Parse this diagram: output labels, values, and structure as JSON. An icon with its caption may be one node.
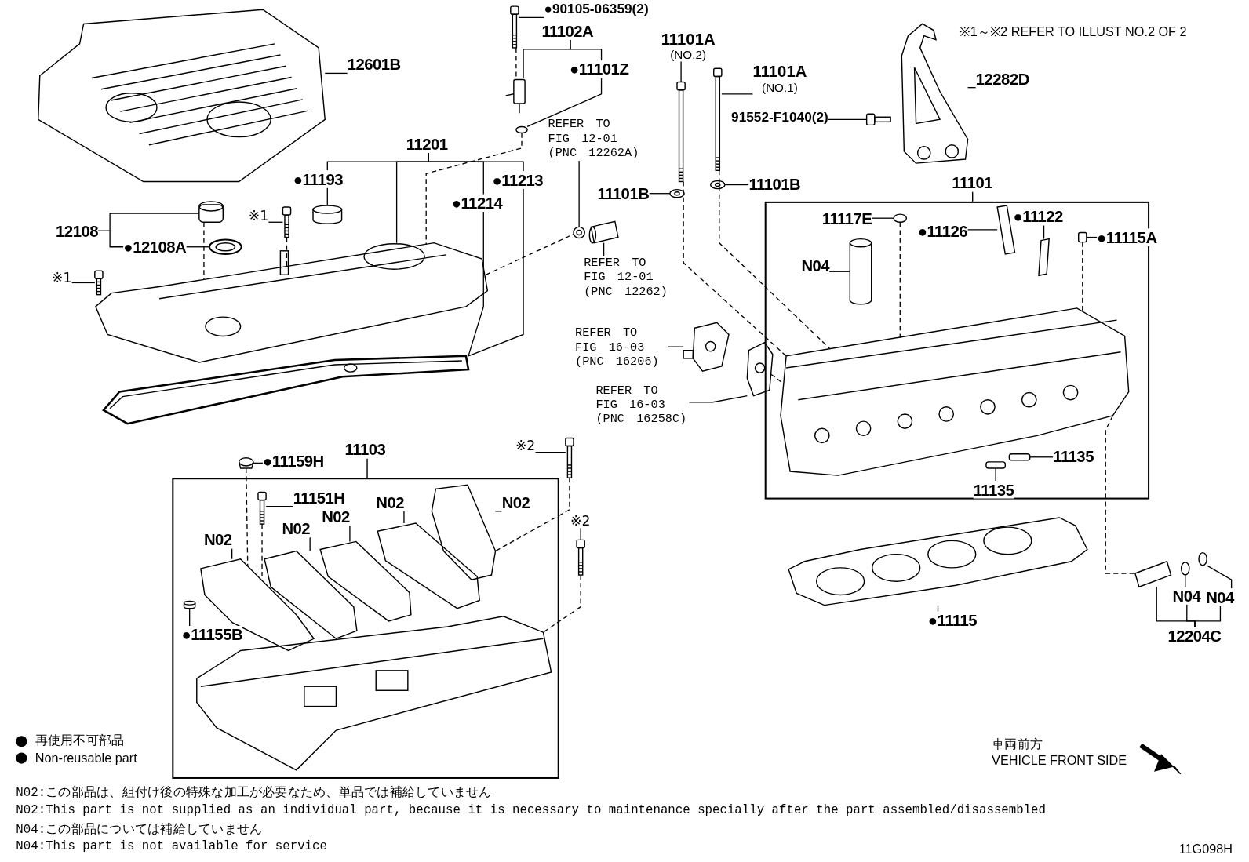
{
  "diagram": {
    "nodes": [
      {
        "text": [
          "11101"
        ]
      },
      {
        "text": [
          "11103"
        ]
      },
      {
        "text": [
          "12601B"
        ]
      },
      {
        "text": [
          "●90105-06359(2)"
        ]
      },
      {
        "text": [
          "11102A"
        ]
      },
      {
        "text": [
          "●11101Z"
        ]
      },
      {
        "text": [
          "REFER TO FIG 12-01 (PNC 12262A)"
        ]
      },
      {
        "text": [
          "11201"
        ]
      },
      {
        "text": [
          "●11193"
        ]
      },
      {
        "text": [
          "●11213"
        ]
      },
      {
        "text": [
          "●11214"
        ]
      },
      {
        "text": [
          "12108"
        ]
      },
      {
        "text": [
          "●12108A"
        ]
      },
      {
        "text": [
          "※1"
        ]
      },
      {
        "text": [
          "※1"
        ]
      },
      {
        "text": [
          "REFER TO FIG 12-01 (PNC 12262)"
        ]
      },
      {
        "text": [
          "11101A",
          "(NO.2)"
        ]
      },
      {
        "text": [
          "11101A",
          "(NO.1)"
        ]
      },
      {
        "text": [
          "91552-F1040(2)"
        ]
      },
      {
        "text": [
          "12282D"
        ]
      },
      {
        "text": [
          "11101B"
        ]
      },
      {
        "text": [
          "11101B"
        ]
      },
      {
        "text": [
          "REFER TO FIG 16-03 (PNC 16206)"
        ]
      },
      {
        "text": [
          "REFER TO FIG 16-03 (PNC 16258C)"
        ]
      },
      {
        "text": [
          "11117E"
        ],
        "in": 0
      },
      {
        "text": [
          "●11126"
        ],
        "in": 0
      },
      {
        "text": [
          "●11122"
        ],
        "in": 0
      },
      {
        "text": [
          "●11115A"
        ],
        "in": 0
      },
      {
        "text": [
          "N04"
        ],
        "in": 0
      },
      {
        "text": [
          "11135"
        ],
        "in": 0
      },
      {
        "text": [
          "11135"
        ],
        "in": 0
      },
      {
        "text": [
          "●11115"
        ]
      },
      {
        "text": [
          "N04"
        ]
      },
      {
        "text": [
          "N04"
        ]
      },
      {
        "text": [
          "12204C"
        ]
      },
      {
        "text": [
          "●11159H"
        ]
      },
      {
        "text": [
          "※2"
        ]
      },
      {
        "text": [
          "※2"
        ]
      },
      {
        "text": [
          "11151H"
        ],
        "in": 1
      },
      {
        "text": [
          "N02"
        ],
        "in": 1
      },
      {
        "text": [
          "N02"
        ],
        "in": 1
      },
      {
        "text": [
          "N02"
        ],
        "in": 1
      },
      {
        "text": [
          "N02"
        ],
        "in": 1
      },
      {
        "text": [
          "N02"
        ],
        "in": 1
      },
      {
        "text": [
          "●11155B"
        ],
        "in": 1
      },
      {
        "text": [],
        "shape": "picture"
      },
      {
        "text": [],
        "shape": "picture"
      },
      {
        "text": [],
        "shape": "picture"
      },
      {
        "text": [],
        "shape": "circle"
      },
      {
        "text": [],
        "shape": "picture"
      },
      {
        "text": [],
        "shape": "cylinder"
      },
      {
        "text": [],
        "shape": "picture"
      },
      {
        "text": [],
        "shape": "picture"
      },
      {
        "text": [],
        "shape": "picture"
      },
      {
        "text": [],
        "shape": "picture"
      },
      {
        "text": [],
        "shape": "picture"
      },
      {
        "text": [],
        "shape": "picture"
      },
      {
        "text": [],
        "shape": "picture"
      },
      {
        "text": [],
        "shape": "picture"
      },
      {
        "text": [],
        "shape": "picture"
      },
      {
        "text": [],
        "shape": "picture"
      },
      {
        "text": [],
        "shape": "picture"
      },
      {
        "text": [],
        "shape": "picture"
      },
      {
        "text": [],
        "shape": "picture"
      },
      {
        "text": [],
        "shape": "picture"
      },
      {
        "text": [],
        "shape": "picture"
      },
      {
        "text": [],
        "shape": "picture",
        "in": 0
      },
      {
        "text": [],
        "shape": "cylinder",
        "in": 0
      },
      {
        "text": [],
        "shape": "picture",
        "in": 0
      },
      {
        "text": [],
        "shape": "picture",
        "in": 0
      },
      {
        "text": [],
        "shape": "picture",
        "in": 0
      },
      {
        "text": [],
        "shape": "picture",
        "in": 0
      },
      {
        "text": [],
        "shape": "picture",
        "in": 0
      },
      {
        "text": [],
        "shape": "picture",
        "in": 0
      },
      {
        "text": [],
        "shape": "picture"
      },
      {
        "text": [],
        "shape": "picture"
      },
      {
        "text": [],
        "shape": "circle"
      },
      {
        "text": [],
        "shape": "circle"
      },
      {
        "text": [],
        "shape": "picture"
      },
      {
        "text": [],
        "shape": "picture"
      },
      {
        "text": [],
        "shape": "picture"
      },
      {
        "text": [],
        "shape": "picture",
        "in": 1
      },
      {
        "text": [],
        "shape": "picture",
        "in": 1
      },
      {
        "text": [],
        "shape": "picture",
        "in": 1
      },
      {
        "text": [],
        "shape": "picture",
        "in": 1
      },
      {
        "text": [],
        "shape": "picture",
        "in": 1
      },
      {
        "text": [],
        "shape": "picture",
        "in": 1
      },
      {
        "text": [],
        "shape": "cylinder",
        "in": 1
      },
      {
        "text": [],
        "shape": "picture",
        "in": 1
      }
    ],
    "edges": [
      {
        "from": 2,
        "to": 45,
        "arrow": "none"
      },
      {
        "from": 3,
        "to": 46,
        "arrow": "none"
      },
      {
        "from": 4,
        "to": 47,
        "arrow": "none"
      },
      {
        "from": 4,
        "to": 5,
        "arrow": "none"
      },
      {
        "from": 5,
        "to": 48,
        "arrow": "none"
      },
      {
        "from": 6,
        "to": 49,
        "arrow": "none"
      },
      {
        "from": 7,
        "to": 8,
        "arrow": "none"
      },
      {
        "from": 7,
        "to": 51,
        "arrow": "none"
      },
      {
        "from": 7,
        "to": 10,
        "arrow": "none"
      },
      {
        "from": 7,
        "to": 9,
        "arrow": "none"
      },
      {
        "from": 8,
        "to": 50,
        "arrow": "none"
      },
      {
        "from": 9,
        "to": 52,
        "arrow": "none"
      },
      {
        "from": 10,
        "to": 52,
        "arrow": "none"
      },
      {
        "from": 11,
        "to": 53,
        "arrow": "none"
      },
      {
        "from": 11,
        "to": 12,
        "arrow": "none"
      },
      {
        "from": 12,
        "to": 54,
        "arrow": "none"
      },
      {
        "from": 13,
        "to": 55,
        "arrow": "none"
      },
      {
        "from": 14,
        "to": 56,
        "arrow": "none"
      },
      {
        "from": 15,
        "to": 57,
        "arrow": "none"
      },
      {
        "from": 16,
        "to": 58,
        "arrow": "none"
      },
      {
        "from": 17,
        "to": 59,
        "arrow": "none"
      },
      {
        "from": 18,
        "to": 60,
        "arrow": "none"
      },
      {
        "from": 19,
        "to": 61,
        "arrow": "none"
      },
      {
        "from": 20,
        "to": 62,
        "arrow": "none"
      },
      {
        "from": 21,
        "to": 63,
        "arrow": "none"
      },
      {
        "from": 22,
        "to": 64,
        "arrow": "none"
      },
      {
        "from": 23,
        "to": 65,
        "arrow": "none"
      },
      {
        "from": 24,
        "to": 68,
        "arrow": "none"
      },
      {
        "from": 25,
        "to": 69,
        "arrow": "none"
      },
      {
        "from": 26,
        "to": 70,
        "arrow": "none"
      },
      {
        "from": 27,
        "to": 71,
        "arrow": "none"
      },
      {
        "from": 28,
        "to": 67,
        "arrow": "none"
      },
      {
        "from": 29,
        "to": 73,
        "arrow": "none"
      },
      {
        "from": 30,
        "to": 72,
        "arrow": "none"
      },
      {
        "from": 31,
        "to": 74,
        "arrow": "none"
      },
      {
        "from": 32,
        "to": 76,
        "arrow": "none"
      },
      {
        "from": 33,
        "to": 77,
        "arrow": "none"
      },
      {
        "from": 34,
        "to": 75,
        "arrow": "none"
      },
      {
        "from": 34,
        "to": 32,
        "arrow": "none"
      },
      {
        "from": 34,
        "to": 33,
        "arrow": "none"
      },
      {
        "from": 35,
        "to": 78,
        "arrow": "none"
      },
      {
        "from": 36,
        "to": 79,
        "arrow": "none"
      },
      {
        "from": 37,
        "to": 80,
        "arrow": "none"
      },
      {
        "from": 38,
        "to": 81,
        "arrow": "none"
      },
      {
        "from": 39,
        "to": 82,
        "arrow": "none"
      },
      {
        "from": 40,
        "to": 83,
        "arrow": "none"
      },
      {
        "from": 41,
        "to": 84,
        "arrow": "none"
      },
      {
        "from": 42,
        "to": 85,
        "arrow": "none"
      },
      {
        "from": 43,
        "to": 86,
        "arrow": "none"
      },
      {
        "from": 44,
        "to": 87,
        "arrow": "none"
      },
      {
        "from": 46,
        "to": 47,
        "arrow": "none",
        "style": "dashed"
      },
      {
        "from": 48,
        "to": 51,
        "arrow": "none",
        "style": "dashed"
      },
      {
        "from": 55,
        "to": 51,
        "arrow": "none",
        "style": "dashed"
      },
      {
        "from": 53,
        "to": 51,
        "arrow": "none",
        "style": "dashed"
      },
      {
        "from": 51,
        "to": 49,
        "arrow": "none",
        "style": "dashed"
      },
      {
        "from": 58,
        "to": 66,
        "arrow": "none",
        "style": "dashed"
      },
      {
        "from": 59,
        "to": 66,
        "arrow": "none",
        "style": "dashed"
      },
      {
        "from": 68,
        "to": 66,
        "arrow": "none",
        "style": "dashed"
      },
      {
        "from": 71,
        "to": 66,
        "arrow": "none",
        "style": "dashed"
      },
      {
        "from": 65,
        "to": 66,
        "arrow": "none",
        "style": "dashed"
      },
      {
        "from": 66,
        "to": 75,
        "arrow": "none",
        "style": "dashed"
      },
      {
        "from": 78,
        "to": 82,
        "arrow": "none",
        "style": "dashed"
      },
      {
        "from": 79,
        "to": 86,
        "arrow": "none",
        "style": "dashed"
      },
      {
        "from": 80,
        "to": 88,
        "arrow": "none",
        "style": "dashed"
      },
      {
        "from": 81,
        "to": 82,
        "arrow": "none",
        "style": "dashed"
      }
    ],
    "labels": [
      "※1～※2 REFER TO ILLUST NO.2 OF 2",
      "車両前方",
      "VEHICLE FRONT SIDE",
      "N02:この部品は、組付け後の特殊な加工が必要なため、単品では補給していません",
      "N02:This part is not supplied as an individual part, because it is necessary to maintenance specially after the part assembled/disassembled",
      "N04:この部品については補給していません",
      "N04:This part is not available for service",
      "11G098H"
    ],
    "legend": [
      {
        "text": "再使用不可部品"
      },
      {
        "text": "Non-reusable part"
      }
    ]
  }
}
